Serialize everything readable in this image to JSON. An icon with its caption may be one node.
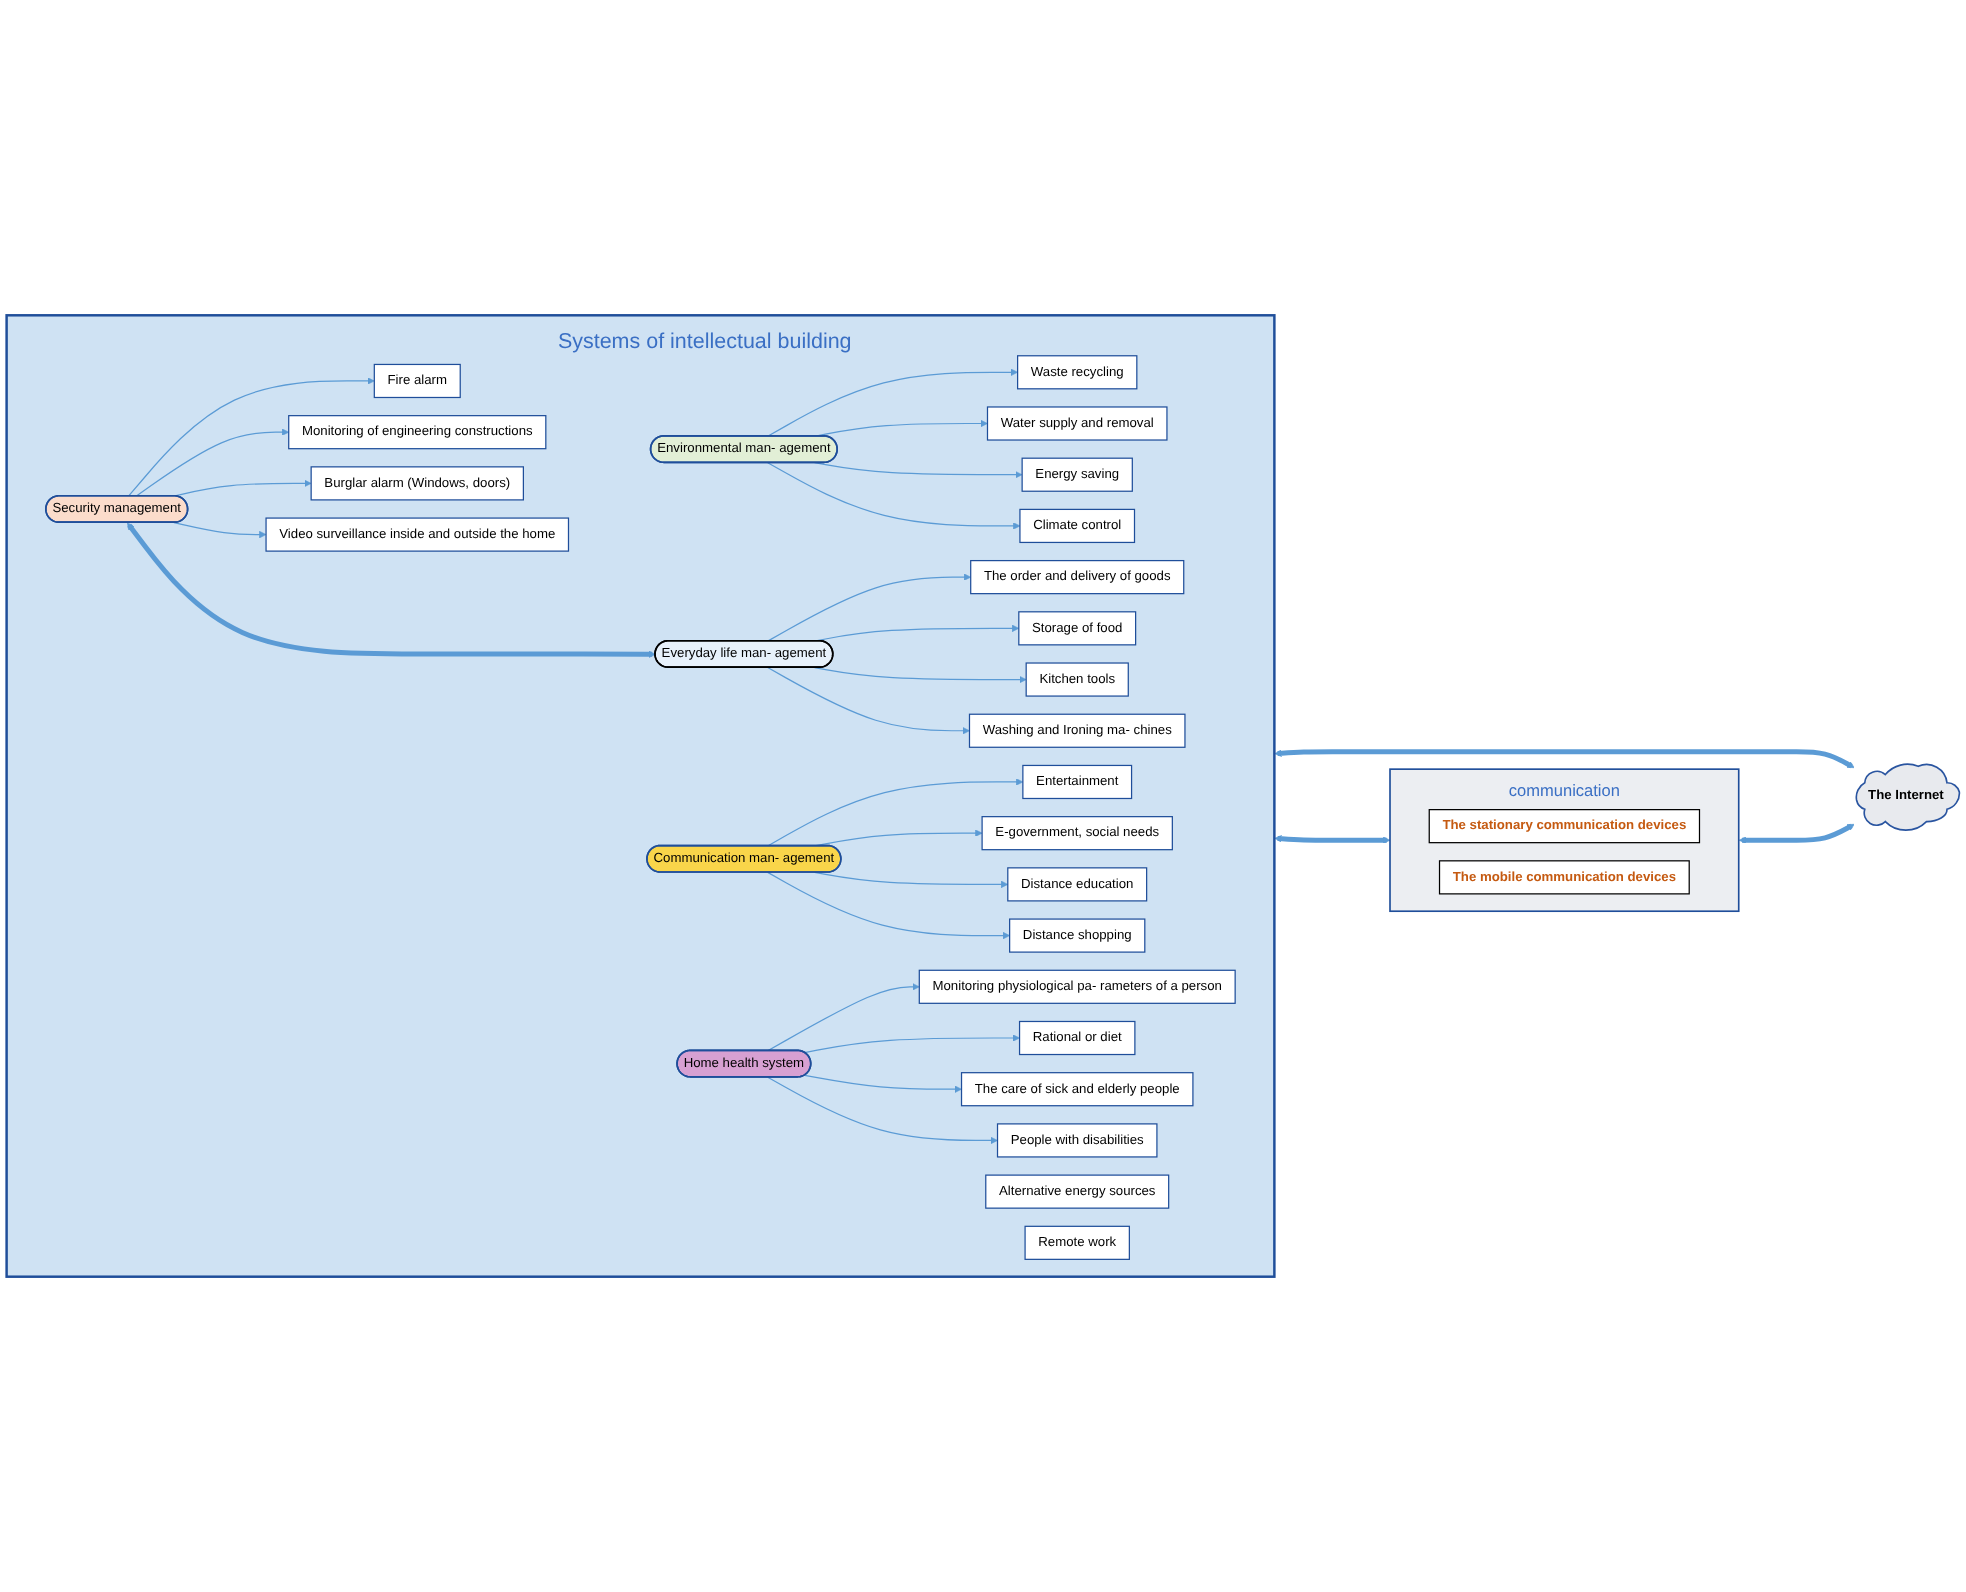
{
  "diagram": {
    "nodes": [
      {
        "text": [
          "Systems of intellectual building"
        ]
      },
      {
        "text": [
          "Environmental man- agement"
        ],
        "in": 0
      },
      {
        "text": [
          "Waste recycling"
        ],
        "in": 0
      },
      {
        "text": [
          "Water supply and removal"
        ],
        "in": 0
      },
      {
        "text": [
          "Energy saving"
        ],
        "in": 0
      },
      {
        "text": [
          "Alternative energy sources"
        ],
        "in": 0
      },
      {
        "text": [
          "Climate control"
        ],
        "in": 0
      },
      {
        "text": [
          "Security management"
        ],
        "in": 0
      },
      {
        "text": [
          "Fire alarm"
        ],
        "in": 0
      },
      {
        "text": [
          "Monitoring of engineering constructions"
        ],
        "in": 0
      },
      {
        "text": [
          "Burglar alarm (Windows, doors)"
        ],
        "in": 0
      },
      {
        "text": [
          "Video surveillance inside and outside the home"
        ],
        "in": 0
      },
      {
        "text": [
          "Everyday life man- agement"
        ],
        "in": 0
      },
      {
        "text": [
          "The order and delivery of goods"
        ],
        "in": 0
      },
      {
        "text": [
          "Storage of food"
        ],
        "in": 0
      },
      {
        "text": [
          "Kitchen tools"
        ],
        "in": 0
      },
      {
        "text": [
          "Washing and Ironing ma- chines"
        ],
        "in": 0
      },
      {
        "text": [
          "Communication man- agement"
        ],
        "in": 0
      },
      {
        "text": [
          "Entertainment"
        ],
        "in": 0
      },
      {
        "text": [
          "E-government, social needs"
        ],
        "in": 0
      },
      {
        "text": [
          "Distance education"
        ],
        "in": 0
      },
      {
        "text": [
          "Remote work"
        ],
        "in": 0
      },
      {
        "text": [
          "Distance shopping"
        ],
        "in": 0
      },
      {
        "text": [
          "Home health system"
        ],
        "in": 0
      },
      {
        "text": [
          "Monitoring physiological pa- rameters of a person"
        ],
        "in": 0
      },
      {
        "text": [
          "Rational or diet"
        ],
        "in": 0
      },
      {
        "text": [
          "The care of sick and elderly people"
        ],
        "in": 0
      },
      {
        "text": [
          "People with disabilities"
        ],
        "in": 0
      },
      {
        "text": [
          "communication"
        ]
      },
      {
        "text": [
          "The stationary communication devices"
        ],
        "in": 28
      },
      {
        "text": [
          "The mobile communication devices"
        ],
        "in": 28
      },
      {
        "text": [
          "The Internet"
        ]
      }
    ],
    "edges": [
      {
        "from": 1,
        "to": 2,
        "arrow": "to"
      },
      {
        "from": 1,
        "to": 3,
        "arrow": "to"
      },
      {
        "from": 1,
        "to": 4,
        "arrow": "to"
      },
      {
        "from": 1,
        "to": 6,
        "arrow": "to"
      },
      {
        "from": 7,
        "to": 8,
        "arrow": "to"
      },
      {
        "from": 7,
        "to": 9,
        "arrow": "to"
      },
      {
        "from": 7,
        "to": 10,
        "arrow": "to"
      },
      {
        "from": 7,
        "to": 11,
        "arrow": "to"
      },
      {
        "from": 7,
        "to": 12,
        "arrow": "both",
        "style": "thick"
      },
      {
        "from": 12,
        "to": 13,
        "arrow": "to"
      },
      {
        "from": 12,
        "to": 14,
        "arrow": "to"
      },
      {
        "from": 12,
        "to": 15,
        "arrow": "to"
      },
      {
        "from": 12,
        "to": 16,
        "arrow": "to"
      },
      {
        "from": 17,
        "to": 18,
        "arrow": "to"
      },
      {
        "from": 17,
        "to": 19,
        "arrow": "to"
      },
      {
        "from": 17,
        "to": 20,
        "arrow": "to"
      },
      {
        "from": 17,
        "to": 22,
        "arrow": "to"
      },
      {
        "from": 23,
        "to": 24,
        "arrow": "to"
      },
      {
        "from": 23,
        "to": 25,
        "arrow": "to"
      },
      {
        "from": 23,
        "to": 26,
        "arrow": "to"
      },
      {
        "from": 23,
        "to": 27,
        "arrow": "to"
      },
      {
        "from": 0,
        "to": 28,
        "arrow": "both",
        "style": "thick"
      },
      {
        "from": 0,
        "to": 31,
        "arrow": "both",
        "style": "thick"
      },
      {
        "from": 28,
        "to": 31,
        "arrow": "both",
        "style": "thick"
      }
    ]
  }
}
